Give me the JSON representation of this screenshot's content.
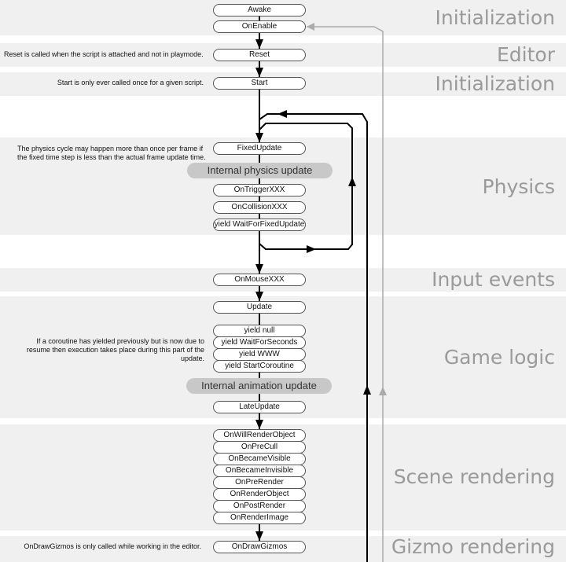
{
  "sections": {
    "initialization_1": "Initialization",
    "editor": "Editor",
    "initialization_2": "Initialization",
    "physics": "Physics",
    "input_events": "Input events",
    "game_logic": "Game logic",
    "scene_rendering": "Scene rendering",
    "gizmo_rendering": "Gizmo rendering"
  },
  "nodes": {
    "awake": "Awake",
    "on_enable": "OnEnable",
    "reset": "Reset",
    "start": "Start",
    "fixed_update": "FixedUpdate",
    "on_trigger": "OnTriggerXXX",
    "on_collision": "OnCollisionXXX",
    "yield_wait_fixed": "yield WaitForFixedUpdate",
    "on_mouse": "OnMouseXXX",
    "update": "Update",
    "yield_null": "yield null",
    "yield_wait_seconds": "yield WaitForSeconds",
    "yield_www": "yield WWW",
    "yield_start_coroutine": "yield StartCoroutine",
    "late_update": "LateUpdate",
    "on_will_render_object": "OnWillRenderObject",
    "on_pre_cull": "OnPreCull",
    "on_became_visible": "OnBecameVisible",
    "on_became_invisible": "OnBecameInvisible",
    "on_pre_render": "OnPreRender",
    "on_render_object": "OnRenderObject",
    "on_post_render": "OnPostRender",
    "on_render_image": "OnRenderImage",
    "on_draw_gizmos": "OnDrawGizmos"
  },
  "internal": {
    "physics_update": "Internal physics update",
    "animation_update": "Internal animation update"
  },
  "notes": {
    "reset_note": "Reset is called when the script is attached and not in playmode.",
    "start_note": "Start is only ever called once for a given script.",
    "physics_note_1": "The physics cycle may happen more than once per frame if",
    "physics_note_2": "the fixed time step is less than the actual frame update time.",
    "coroutine_note_1": "If a coroutine has yielded previously but is now due to",
    "coroutine_note_2": "resume then execution takes place during this part of the",
    "coroutine_note_3": "update.",
    "gizmo_note": "OnDrawGizmos is only called while working in the editor."
  },
  "colors": {
    "band": "#f0f0f0",
    "section_text": "#9a9a9a",
    "internal_pill": "#c8c8c8",
    "flow_line": "#000000",
    "return_line": "#aaaaaa"
  }
}
